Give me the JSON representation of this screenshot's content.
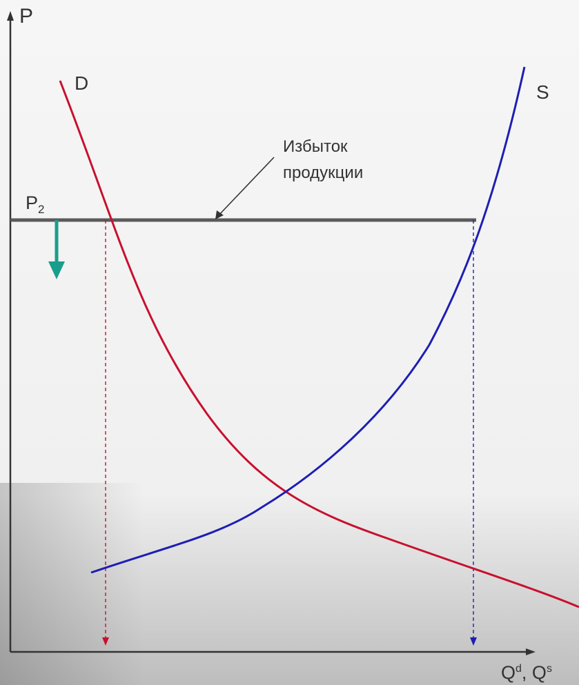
{
  "diagram": {
    "axes": {
      "y_label": "P",
      "x_label_main": "Q",
      "x_label_sup1": "d",
      "x_label_sep": ", Q",
      "x_label_sup2": "s"
    },
    "curves": {
      "demand_label": "D",
      "supply_label": "S"
    },
    "price_level": {
      "main": "P",
      "subscript": "2"
    },
    "annotation": {
      "line1": "Избыток",
      "line2": "продукции"
    },
    "colors": {
      "demand": "#c8102e",
      "supply": "#1e1eb4",
      "price_line": "#5a5a5a",
      "arrow": "#1a9e8c",
      "axis": "#333333"
    }
  }
}
